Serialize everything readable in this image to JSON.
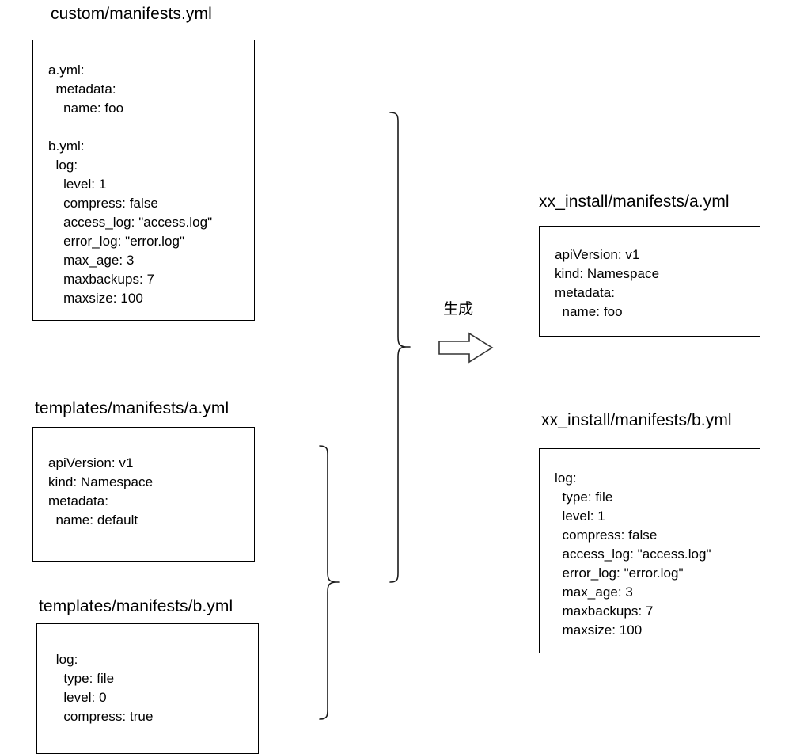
{
  "diagram": {
    "type": "flow-diagram",
    "background": "#ffffff",
    "stroke_color": "#000000",
    "transform_label": "生成",
    "arrow_icon": "hollow-right-arrow"
  },
  "inputs": {
    "custom": {
      "title": "custom/manifests.yml",
      "content": "a.yml:\n  metadata:\n    name: foo\n\nb.yml:\n  log:\n    level: 1\n    compress: false\n    access_log: \"access.log\"\n    error_log: \"error.log\"\n    max_age: 3\n    maxbackups: 7\n    maxsize: 100"
    },
    "template_a": {
      "title": "templates/manifests/a.yml",
      "content": "apiVersion: v1\nkind: Namespace\nmetadata:\n  name: default"
    },
    "template_b": {
      "title": "templates/manifests/b.yml",
      "content": " log:\n   type: file\n   level: 0\n   compress: true"
    }
  },
  "outputs": {
    "install_a": {
      "title": "xx_install/manifests/a.yml",
      "content": "apiVersion: v1\nkind: Namespace\nmetadata:\n  name: foo"
    },
    "install_b": {
      "title": "xx_install/manifests/b.yml",
      "content": "log:\n  type: file\n  level: 1\n  compress: false\n  access_log: \"access.log\"\n  error_log: \"error.log\"\n  max_age: 3\n  maxbackups: 7\n  maxsize: 100"
    }
  },
  "braces": {
    "templates_group_name": "templates-group-brace",
    "all_inputs_group_name": "all-inputs-group-brace"
  }
}
